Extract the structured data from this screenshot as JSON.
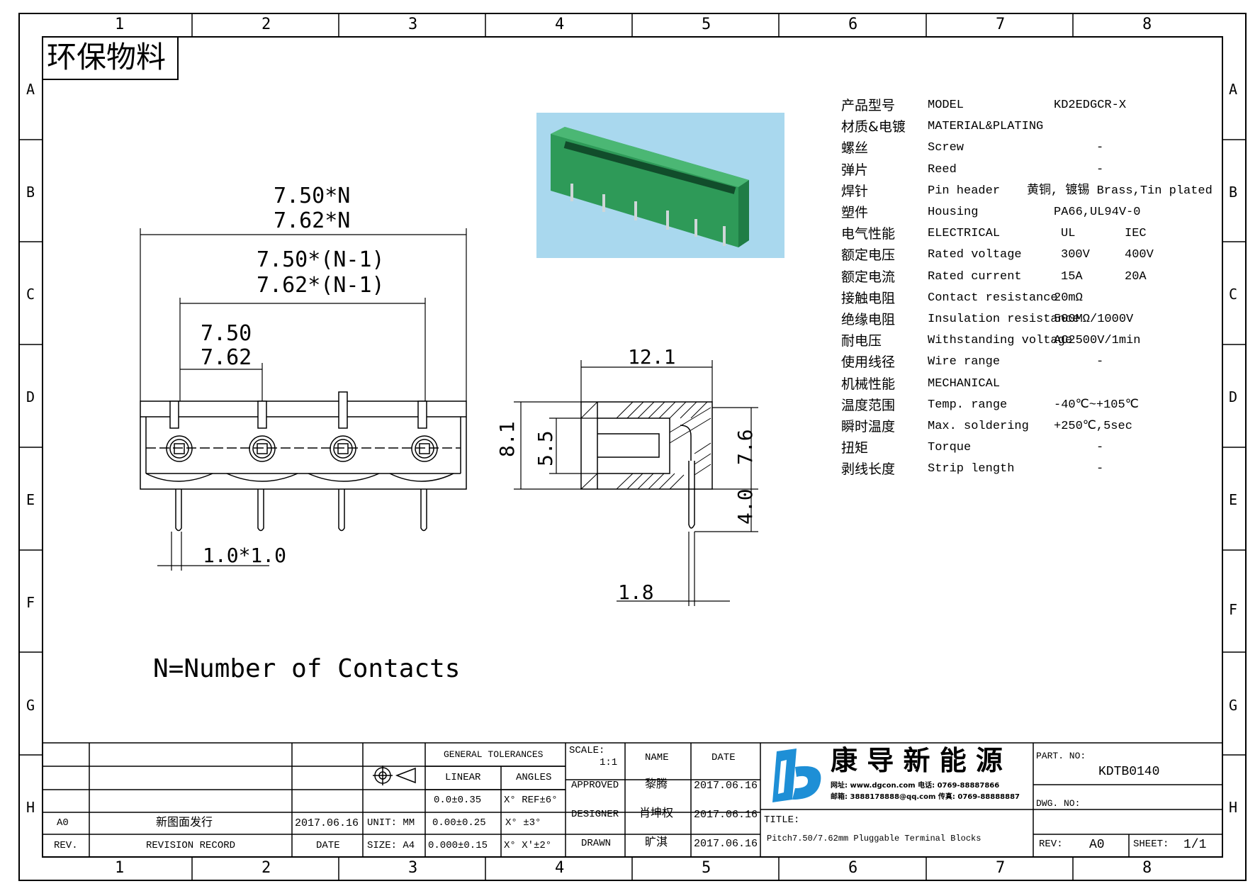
{
  "frame": {
    "cols": [
      "1",
      "2",
      "3",
      "4",
      "5",
      "6",
      "7",
      "8"
    ],
    "rows": [
      "A",
      "B",
      "C",
      "D",
      "E",
      "F",
      "G",
      "H"
    ]
  },
  "eco_label": "环保物料",
  "dims": {
    "overall_a": "7.50*N",
    "overall_b": "7.62*N",
    "span_a": "7.50*(N-1)",
    "span_b": "7.62*(N-1)",
    "pitch_a": "7.50",
    "pitch_b": "7.62",
    "pin": "1.0*1.0",
    "width": "12.1",
    "height": "8.1",
    "inner": "5.5",
    "right_h": "7.6",
    "pin_len": "4.0",
    "offset": "1.8"
  },
  "note": "N=Number of Contacts",
  "specs": [
    {
      "cn": "产品型号",
      "en": "MODEL",
      "v1": "KD2EDGCR-X",
      "v2": ""
    },
    {
      "cn": "材质&电镀",
      "en": "MATERIAL&PLATING",
      "v1": "",
      "v2": ""
    },
    {
      "cn": "螺丝",
      "en": "Screw",
      "v1": "-",
      "v2": ""
    },
    {
      "cn": "弹片",
      "en": "Reed",
      "v1": "-",
      "v2": ""
    },
    {
      "cn": "焊针",
      "en": "Pin header",
      "v1": "黄铜, 镀锡 Brass,Tin plated",
      "v2": ""
    },
    {
      "cn": "塑件",
      "en": "Housing",
      "v1": "PA66,UL94V-0",
      "v2": ""
    },
    {
      "cn": "电气性能",
      "en": "ELECTRICAL",
      "v1": "UL",
      "v2": "IEC"
    },
    {
      "cn": "额定电压",
      "en": "Rated voltage",
      "v1": "300V",
      "v2": "400V"
    },
    {
      "cn": "额定电流",
      "en": "Rated current",
      "v1": "15A",
      "v2": "20A"
    },
    {
      "cn": "接触电阻",
      "en": "Contact resistance",
      "v1": "20mΩ",
      "v2": ""
    },
    {
      "cn": "绝缘电阻",
      "en": "Insulation resistance",
      "v1": "500MΩ/1000V",
      "v2": ""
    },
    {
      "cn": "耐电压",
      "en": "Withstanding voltage",
      "v1": "AC2500V/1min",
      "v2": ""
    },
    {
      "cn": "使用线径",
      "en": "Wire range",
      "v1": "-",
      "v2": ""
    },
    {
      "cn": "机械性能",
      "en": "MECHANICAL",
      "v1": "",
      "v2": ""
    },
    {
      "cn": "温度范围",
      "en": "Temp. range",
      "v1": "-40℃~+105℃",
      "v2": ""
    },
    {
      "cn": "瞬时温度",
      "en": "Max. soldering",
      "v1": "+250℃,5sec",
      "v2": ""
    },
    {
      "cn": "扭矩",
      "en": "Torque",
      "v1": "-",
      "v2": ""
    },
    {
      "cn": "剥线长度",
      "en": "Strip length",
      "v1": "-",
      "v2": ""
    }
  ],
  "title_block": {
    "rev_code": "A0",
    "rev_desc": "新图面发行",
    "rev_date": "2017.06.16",
    "rev_label": "REV.",
    "revision_record": "REVISION RECORD",
    "date_label": "DATE",
    "unit": "UNIT: MM",
    "size": "SIZE: A4",
    "general_tolerances": "GENERAL TOLERANCES",
    "linear": "LINEAR",
    "angles": "ANGLES",
    "tol_rows": [
      {
        "lin": "0.0±0.35",
        "ang": "X° REF±6°"
      },
      {
        "lin": "0.00±0.25",
        "ang": "X° ±3°"
      },
      {
        "lin": "0.000±0.15",
        "ang": "X° X'±2°"
      }
    ],
    "scale_label": "SCALE:",
    "scale": "1:1",
    "name_label": "NAME",
    "date_label2": "DATE",
    "approved": "APPROVED",
    "designer": "DESIGNER",
    "drawn": "DRAWN",
    "approved_name": "黎腾",
    "designer_name": "肖坤权",
    "drawn_name": "旷淇",
    "approved_date": "2017.06.16",
    "designer_date": "2017.06.16",
    "drawn_date": "2017.06.16",
    "company": "康 导 新 能 源",
    "company_line1": "网址: www.dgcon.com 电话: 0769-88887866",
    "company_line2": "邮箱: 3888178888@qq.com 传真: 0769-88888887",
    "title_label": "TITLE:",
    "title": "Pitch7.50/7.62mm Pluggable Terminal Blocks",
    "part_no_label": "PART. NO:",
    "part_no": "KDTB0140",
    "dwg_no_label": "DWG. NO:",
    "dwg_no": "",
    "rev_label2": "REV:",
    "rev": "A0",
    "sheet_label": "SHEET:",
    "sheet": "1/1"
  },
  "colors": {
    "ink": "#000000",
    "part_green": "#2e9a58",
    "photo_bg": "#a9d8ee",
    "logo_blue": "#1e8fd6"
  }
}
